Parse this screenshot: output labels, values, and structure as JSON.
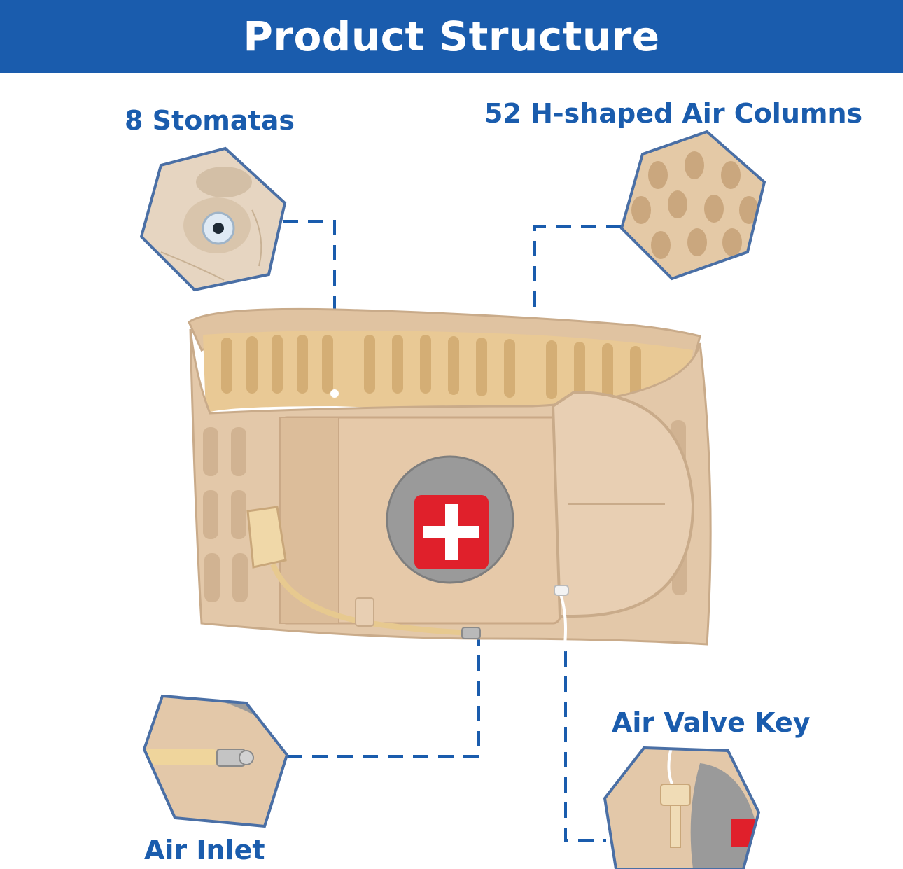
{
  "header": {
    "title": "Product Structure"
  },
  "callouts": {
    "stomatas": {
      "label": "8 Stomatas",
      "icon": "air-hole-detail"
    },
    "air_columns": {
      "label": "52 H-shaped Air Columns",
      "icon": "air-columns-detail"
    },
    "air_inlet": {
      "label": "Air Inlet",
      "icon": "air-inlet-detail"
    },
    "air_valve_key": {
      "label": "Air Valve Key",
      "icon": "valve-key-detail"
    }
  },
  "colors": {
    "banner": "#1a5cad",
    "label_text": "#1a5cad",
    "connector": "#1a5cad",
    "belt_beige": "#e3c8a9",
    "belt_shadow": "#c9ab8a",
    "inner_foam": "#e9c995",
    "badge_grey": "#9a9a9a",
    "cross_red": "#e0202b",
    "hex_border": "#4a6fa5"
  }
}
